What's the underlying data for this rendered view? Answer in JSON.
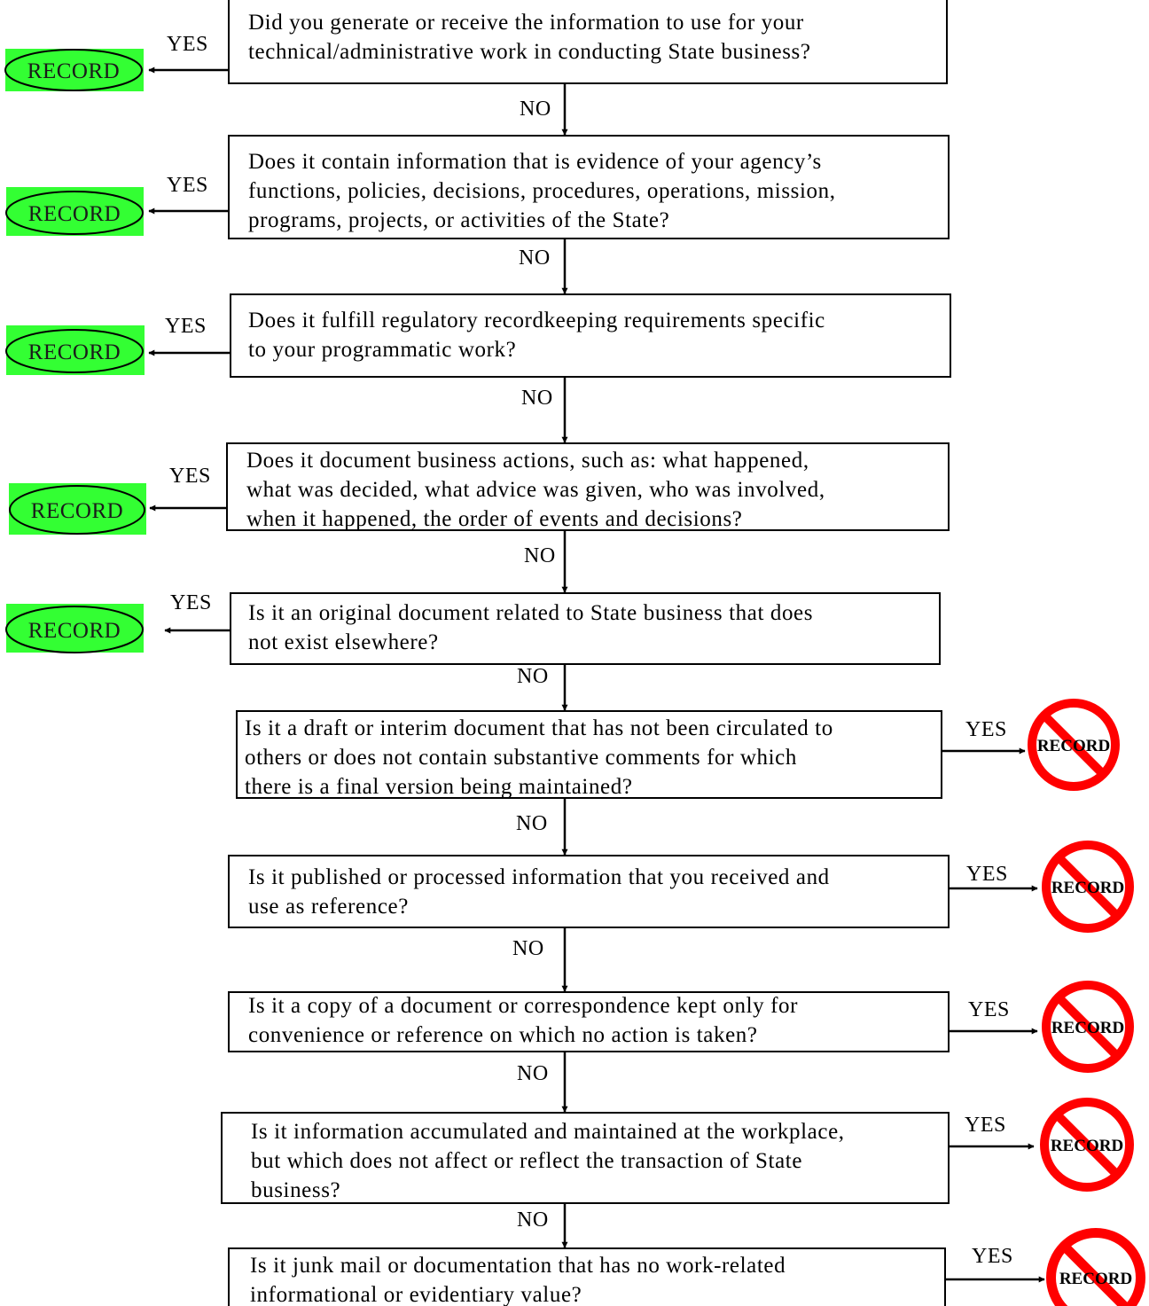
{
  "colors": {
    "record_fill": "#33ff33",
    "no_record_ring": "#ff0000",
    "line": "#000000"
  },
  "icons": {
    "record_yes": "green-ellipse",
    "record_no": "red-prohibition-sign"
  },
  "labels": {
    "yes": "YES",
    "no": "NO",
    "record": "RECORD"
  },
  "questions": [
    {
      "lines": [
        "Did you generate or receive the information to use for your",
        "technical/administrative work in conducting State business?"
      ],
      "yes_outcome": "record"
    },
    {
      "lines": [
        "Does it contain information that is evidence of your agency’s",
        "functions, policies, decisions, procedures, operations, mission,",
        "programs, projects, or activities of the State?"
      ],
      "yes_outcome": "record"
    },
    {
      "lines": [
        "Does it fulfill regulatory recordkeeping requirements specific",
        "to your programmatic work?"
      ],
      "yes_outcome": "record"
    },
    {
      "lines": [
        "Does it document business actions, such as:  what happened,",
        "what was decided, what advice was given, who was involved,",
        "when it happened, the order of events and decisions?"
      ],
      "yes_outcome": "record"
    },
    {
      "lines": [
        "Is it an original document related to State business  that does",
        "not exist elsewhere?"
      ],
      "yes_outcome": "record"
    },
    {
      "lines": [
        "Is it a draft or interim document that has not been circulated to",
        "others or does not contain substantive comments  for which",
        "there is a final version being maintained?"
      ],
      "yes_outcome": "not_record"
    },
    {
      "lines": [
        "Is it published or processed information that you received and",
        "use as reference?"
      ],
      "yes_outcome": "not_record"
    },
    {
      "lines": [
        "Is it a copy of a document or correspondence kept only for",
        "convenience or reference on which no action is taken?"
      ],
      "yes_outcome": "not_record"
    },
    {
      "lines": [
        "Is it information accumulated and maintained at the workplace,",
        "but which does not affect or reflect the transaction of State",
        "business?"
      ],
      "yes_outcome": "not_record"
    },
    {
      "lines": [
        "Is it junk mail or documentation that has no work-related",
        "informational or evidentiary value?"
      ],
      "yes_outcome": "not_record"
    }
  ]
}
